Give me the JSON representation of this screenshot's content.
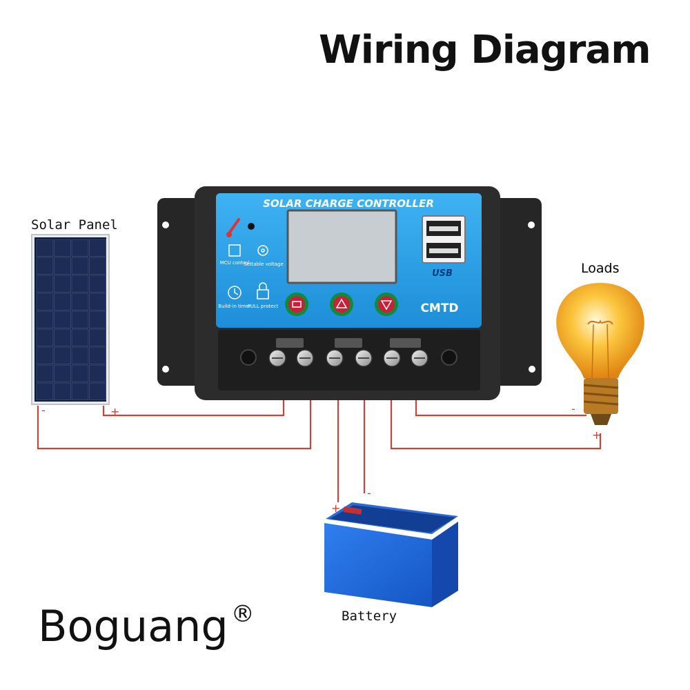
{
  "title": "Wiring Diagram",
  "brand": {
    "name": "Boguang",
    "mark": "®"
  },
  "labels": {
    "solar_panel": "Solar Panel",
    "loads": "Loads",
    "battery": "Battery"
  },
  "controller": {
    "header": "SOLAR CHARGE CONTROLLER",
    "model": "CMTD",
    "usb_label": "USB",
    "features": [
      {
        "icon": "chip-icon",
        "text": "MCU control"
      },
      {
        "icon": "gear-icon",
        "text": "Settable voltage"
      },
      {
        "icon": "clock-icon",
        "text": "Build-in timer"
      },
      {
        "icon": "lock-icon",
        "text": "FULL protect"
      }
    ],
    "buttons": [
      {
        "icon": "menu-button-icon"
      },
      {
        "icon": "up-button-icon"
      },
      {
        "icon": "down-button-icon"
      }
    ]
  },
  "polarity": {
    "plus": "+",
    "minus": "-"
  },
  "colors": {
    "wire": "#c9423c",
    "controller_face": "#2e9fe6",
    "controller_body": "#2a2a2a",
    "battery_body": "#1f6fe0",
    "bulb": "#f5a623"
  }
}
